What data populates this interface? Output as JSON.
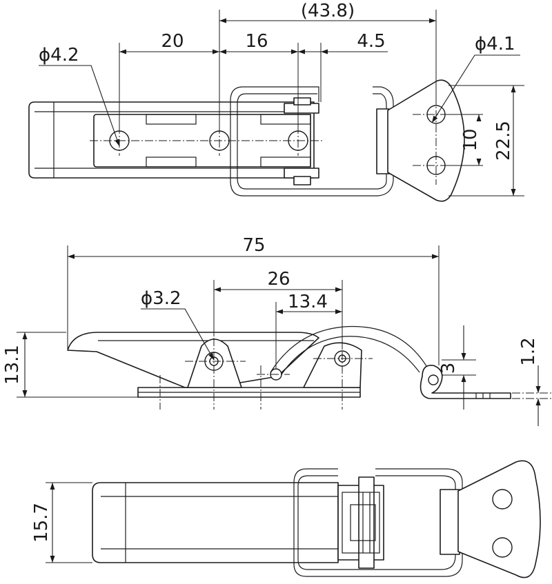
{
  "top_view": {
    "dims": {
      "overall": "(43.8)",
      "d20": "20",
      "d16": "16",
      "d45": "4.5",
      "hole_left": "ϕ4.2",
      "hole_right": "ϕ4.1",
      "spacing": "10",
      "height": "22.5"
    }
  },
  "side_view": {
    "dims": {
      "length": "75",
      "d26": "26",
      "d134": "13.4",
      "pin": "ϕ3.2",
      "height": "13.1",
      "d3": "3",
      "thickness": "1.2"
    }
  },
  "bottom_view": {
    "dims": {
      "width": "15.7"
    }
  }
}
